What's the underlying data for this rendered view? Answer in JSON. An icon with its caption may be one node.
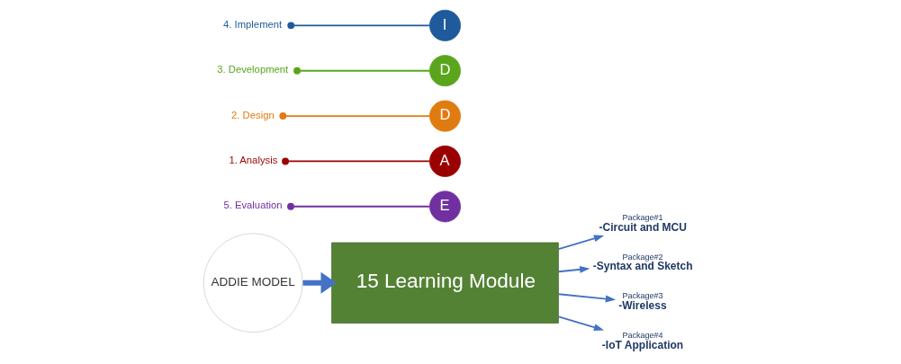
{
  "diagram": {
    "nodes": [
      {
        "text": [
          "ADDIE MODEL"
        ]
      },
      {
        "text": [
          "E"
        ]
      },
      {
        "text": [
          "A"
        ]
      },
      {
        "text": [
          "D"
        ]
      },
      {
        "text": [
          "D"
        ]
      },
      {
        "text": [
          "I"
        ]
      },
      {
        "text": [
          "5. Evaluation"
        ]
      },
      {
        "text": [
          "1. Analysis"
        ]
      },
      {
        "text": [
          "2. Design"
        ]
      },
      {
        "text": [
          "3. Development"
        ]
      },
      {
        "text": [
          "4. Implement"
        ]
      },
      {
        "text": [
          "15 Learning Module"
        ]
      },
      {
        "text": [
          "Package#1",
          "-Circuit and MCU"
        ]
      },
      {
        "text": [
          "Package#2",
          "-Syntax and Sketch"
        ]
      },
      {
        "text": [
          "Package#3",
          "-Wireless"
        ]
      },
      {
        "text": [
          "Package#4",
          "-IoT Application"
        ]
      }
    ],
    "edges": [
      {
        "from": 6,
        "to": 1,
        "arrow": "other",
        "color": "#7030a0"
      },
      {
        "from": 7,
        "to": 2,
        "arrow": "other",
        "color": "#9b0000"
      },
      {
        "from": 8,
        "to": 3,
        "arrow": "other",
        "color": "#e07b10"
      },
      {
        "from": 9,
        "to": 4,
        "arrow": "other",
        "color": "#5aa51c"
      },
      {
        "from": 10,
        "to": 5,
        "arrow": "other",
        "color": "#1f5a9c"
      },
      {
        "from": 0,
        "to": 11,
        "arrow": "to",
        "style": "thick"
      },
      {
        "from": 11,
        "to": 12,
        "arrow": "to"
      },
      {
        "from": 11,
        "to": 13,
        "arrow": "to"
      },
      {
        "from": 11,
        "to": 14,
        "arrow": "to"
      },
      {
        "from": 11,
        "to": 15,
        "arrow": "to"
      }
    ]
  }
}
